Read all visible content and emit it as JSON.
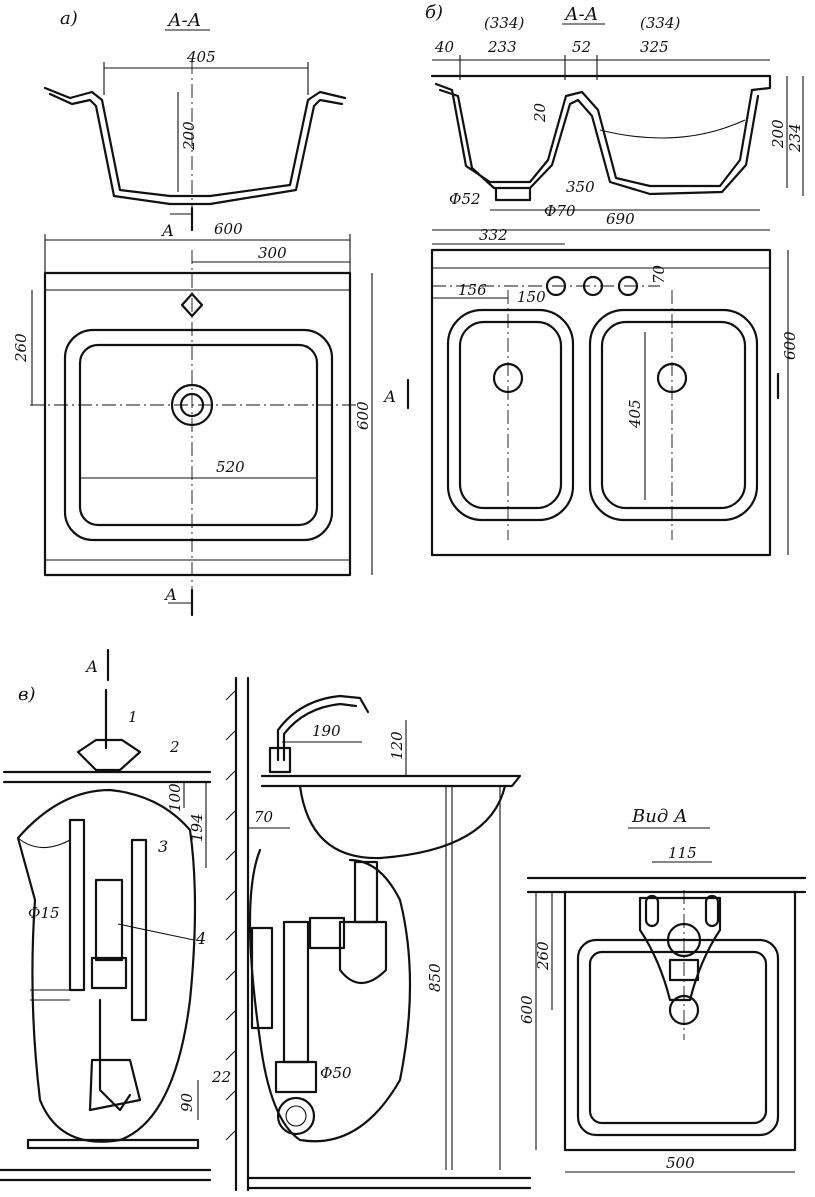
{
  "panels": {
    "a": {
      "label": "а)",
      "section_title": "А-А",
      "dims": {
        "width_top": "405",
        "depth": "200",
        "outer_w": "600",
        "half": "300",
        "side_260": "260",
        "outer_h": "600",
        "bowl_w": "520"
      },
      "arrow_label": "А"
    },
    "b": {
      "label": "б)",
      "section_title": "А-А",
      "dims": {
        "d40": "40",
        "d233": "233",
        "d334a": "(334)",
        "d52": "52",
        "d334b": "(334)",
        "d325": "325",
        "d20": "20",
        "d200": "200",
        "d234": "234",
        "d350": "350",
        "phi52": "Ф52",
        "phi70": "Ф70",
        "d690": "690",
        "d332": "332",
        "d156": "156",
        "d150": "150",
        "d70": "70",
        "d600": "600",
        "d405": "405"
      },
      "arrow_label": "А"
    },
    "c": {
      "label": "в)",
      "arrow_label": "А",
      "callouts": {
        "n1": "1",
        "n2": "2",
        "n3": "3",
        "n4": "4"
      },
      "dims": {
        "d100": "100",
        "d194": "194",
        "phi15": "Ф15",
        "d90": "90",
        "d190": "190",
        "d120": "120",
        "d70": "70",
        "d850": "850",
        "d22": "22",
        "phi50": "Ф50"
      },
      "view_title": "Вид А",
      "view_dims": {
        "d115": "115",
        "d260": "260",
        "d600": "600",
        "d500": "500"
      }
    }
  }
}
